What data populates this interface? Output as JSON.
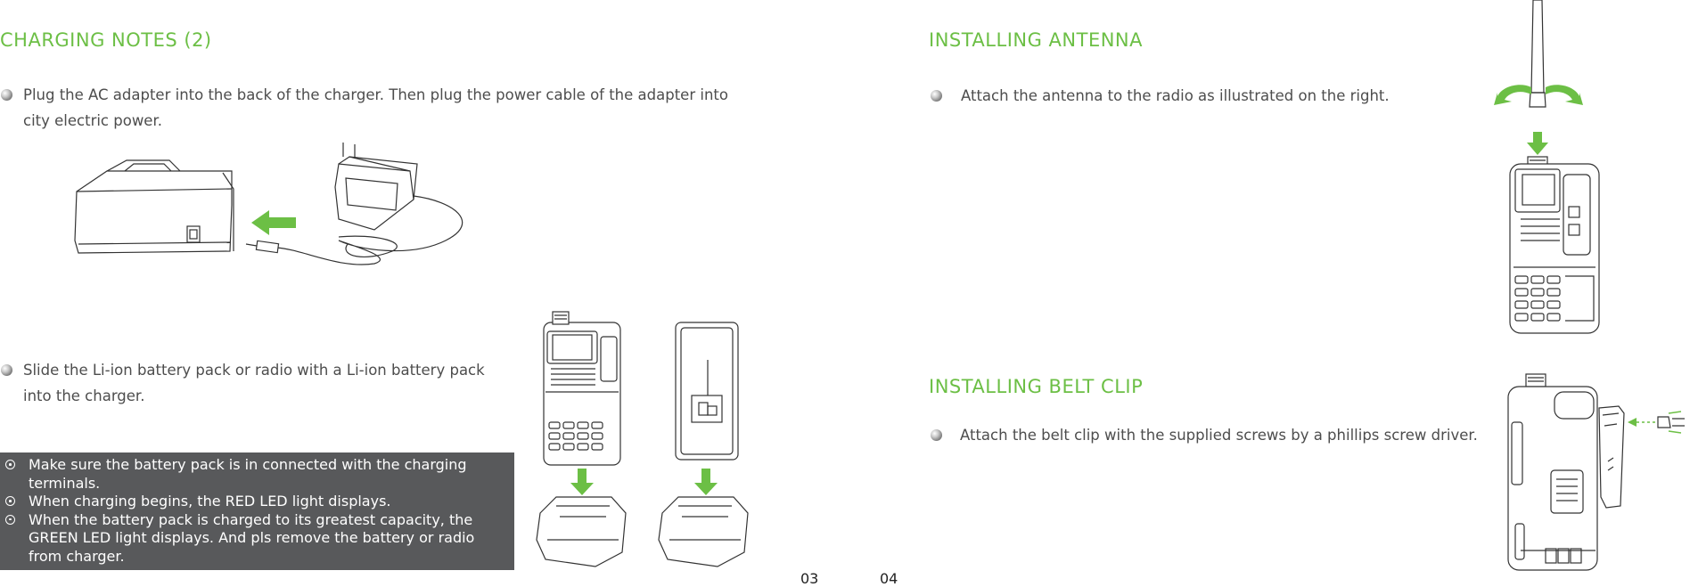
{
  "left_page": {
    "heading": "CHARGING NOTES (2)",
    "step1": {
      "line1": "Plug the AC adapter into the back of the charger. Then plug the power cable of the adapter into",
      "line2": "city electric power."
    },
    "step2": {
      "line1": "Slide the Li-ion battery pack or radio with a Li-ion battery pack",
      "line2": "into the charger."
    },
    "notes": [
      {
        "line1": "Make sure the battery pack is in connected with the charging",
        "line2": "terminals."
      },
      {
        "line1": "When charging begins, the RED LED light displays.",
        "line2": ""
      },
      {
        "line1": "When the battery pack is charged to its greatest capacity, the",
        "line2": "GREEN LED light displays. And pls remove the battery or radio",
        "line3": "from charger."
      }
    ],
    "page_number": "03"
  },
  "right_page": {
    "antenna": {
      "heading": "INSTALLING ANTENNA",
      "text": "Attach the antenna to the radio as illustrated on the right."
    },
    "belt_clip": {
      "heading": "INSTALLING BELT CLIP",
      "text": "Attach the belt clip with the supplied screws by a phillips screw driver."
    },
    "page_number": "04"
  },
  "colors": {
    "accent_green": "#6cbf45",
    "note_box_bg": "#58595b",
    "body_text": "#4d4d4d"
  },
  "icons": [
    "bullet-ball-icon",
    "note-circle-icon",
    "arrow-left-icon",
    "arrow-down-icon",
    "rotate-arrows-icon"
  ]
}
